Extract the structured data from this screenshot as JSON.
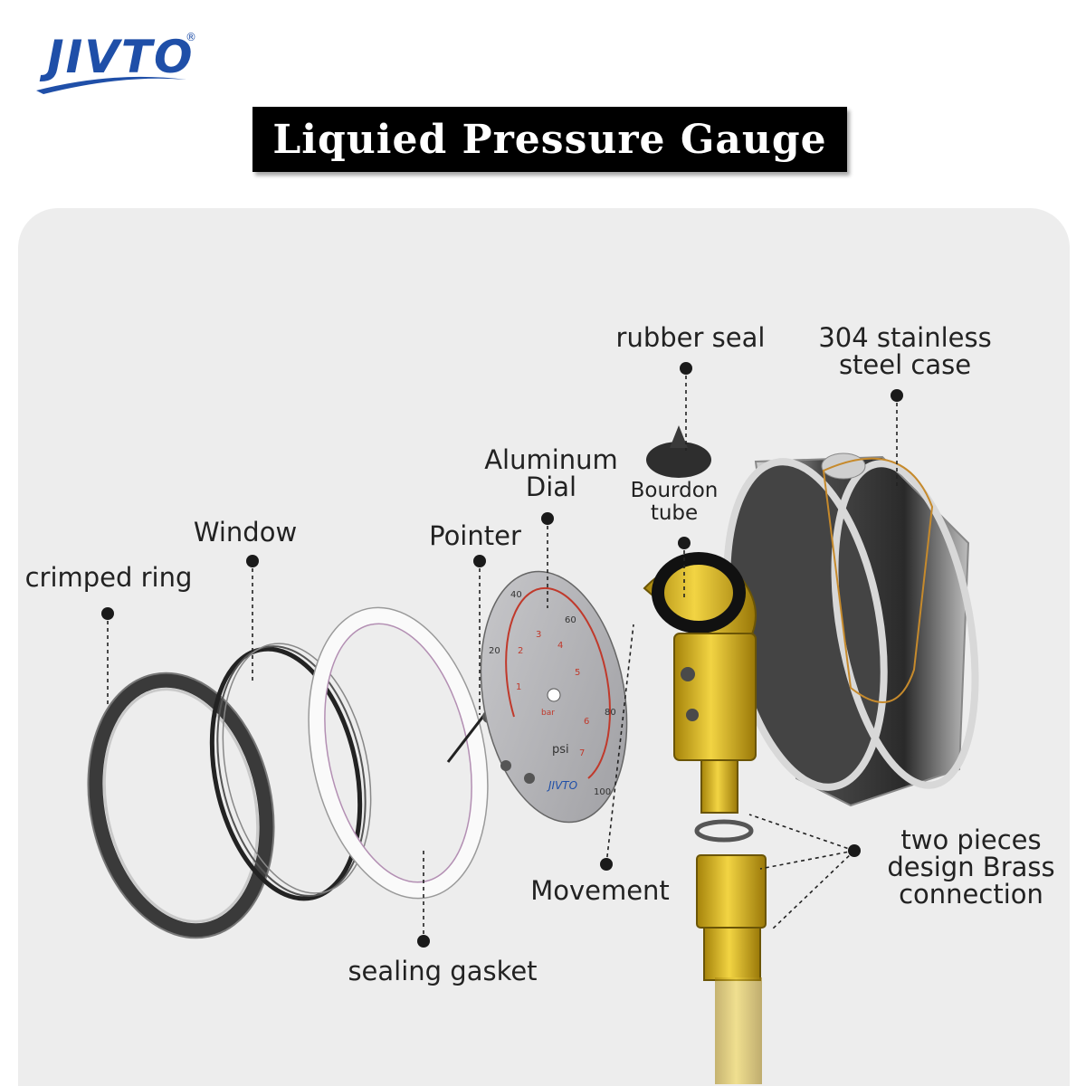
{
  "brand": {
    "name": "JIVTO",
    "registered": "®"
  },
  "title": "Liquied Pressure Gauge",
  "labels": {
    "rubber_seal": "rubber seal",
    "case_line1": "304 stainless",
    "case_line2": "steel case",
    "dial_line1": "Aluminum",
    "dial_line2": "Dial",
    "bourdon_line1": "Bourdon",
    "bourdon_line2": "tube",
    "window": "Window",
    "pointer": "Pointer",
    "crimped_ring": "crimped ring",
    "movement": "Movement",
    "connection_line1": "two pieces",
    "connection_line2": "design Brass",
    "connection_line3": "connection",
    "sealing_gasket": "sealing gasket"
  },
  "dial": {
    "psi_ticks": [
      "20",
      "40",
      "60",
      "80",
      "100"
    ],
    "bar_ticks": [
      "1",
      "2",
      "3",
      "4",
      "5",
      "6",
      "7"
    ],
    "unit_psi": "psi",
    "unit_bar": "bar",
    "brand": "JIVTO"
  },
  "colors": {
    "brand_blue": "#1f4fa8",
    "panel": "#ededed",
    "brass": "#d9b51c",
    "dark_metal": "#2f2f2f"
  }
}
